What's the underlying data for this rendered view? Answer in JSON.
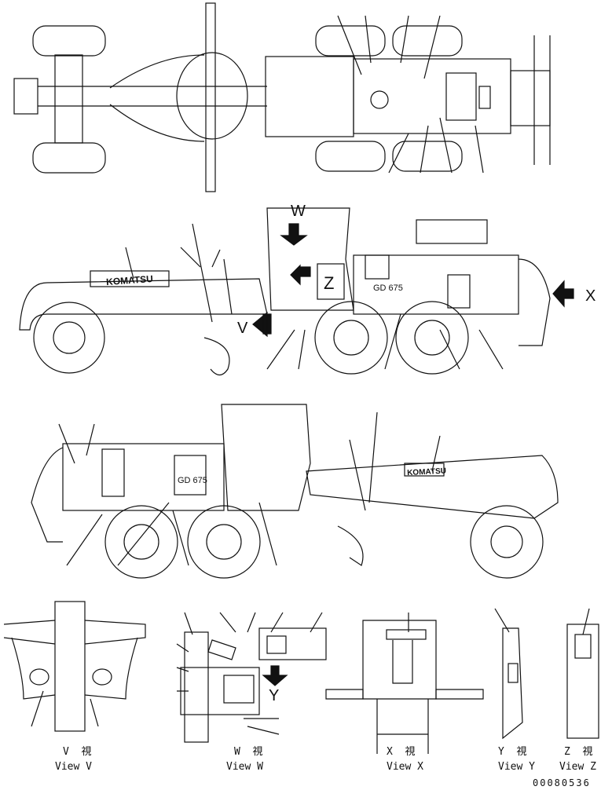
{
  "brand_text": "KOMATSU",
  "model_text": "GD 675",
  "markers": {
    "w": "W",
    "x": "X",
    "y": "Y",
    "z": "Z",
    "v": "V"
  },
  "views": {
    "v": {
      "jp": "V  視",
      "en": "View V"
    },
    "w": {
      "jp": "W  視",
      "en": "View W"
    },
    "x": {
      "jp": "X  視",
      "en": "View X"
    },
    "y": {
      "jp": "Y  視",
      "en": "View Y"
    },
    "z": {
      "jp": "Z  視",
      "en": "View Z"
    }
  },
  "doc_number": "00080536"
}
